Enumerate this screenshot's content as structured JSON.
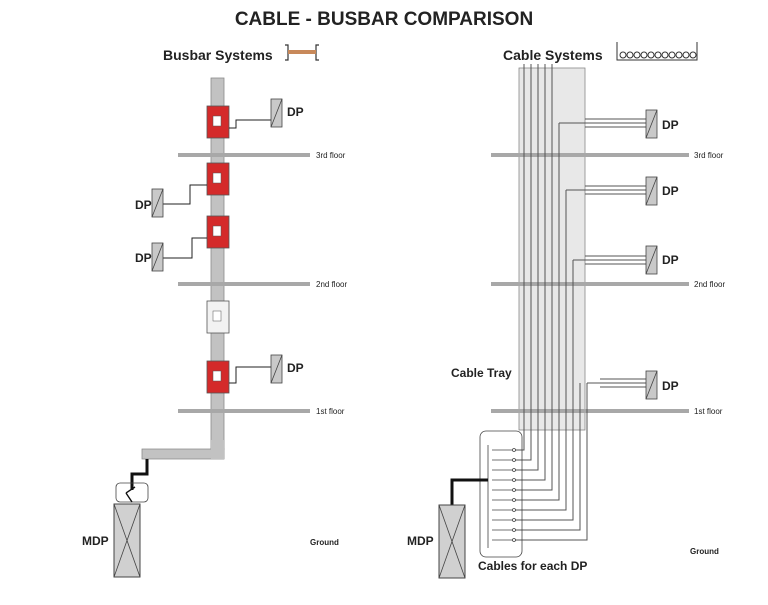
{
  "title": "CABLE - BUSBAR COMPARISON",
  "busbar": {
    "heading": "Busbar Systems",
    "dp_labels": [
      "DP",
      "DP",
      "DP",
      "DP"
    ],
    "floors": [
      "3rd floor",
      "2nd floor",
      "1st floor"
    ],
    "mdp_label": "MDP",
    "ground_label": "Ground"
  },
  "cable": {
    "heading": "Cable Systems",
    "dp_labels": [
      "DP",
      "DP",
      "DP",
      "DP"
    ],
    "floors": [
      "3rd floor",
      "2nd floor",
      "1st floor"
    ],
    "tray_label": "Cable Tray",
    "cables_label": "Cables for each DP",
    "mdp_label": "MDP",
    "ground_label": "Ground"
  },
  "colors": {
    "tapoff_red": "#d42a2a",
    "duct_gray": "#c2c2c2",
    "tray_fill": "#e8e8e8",
    "floor_gray": "#a8a8a8",
    "busbar_icon": "#c8895a"
  }
}
